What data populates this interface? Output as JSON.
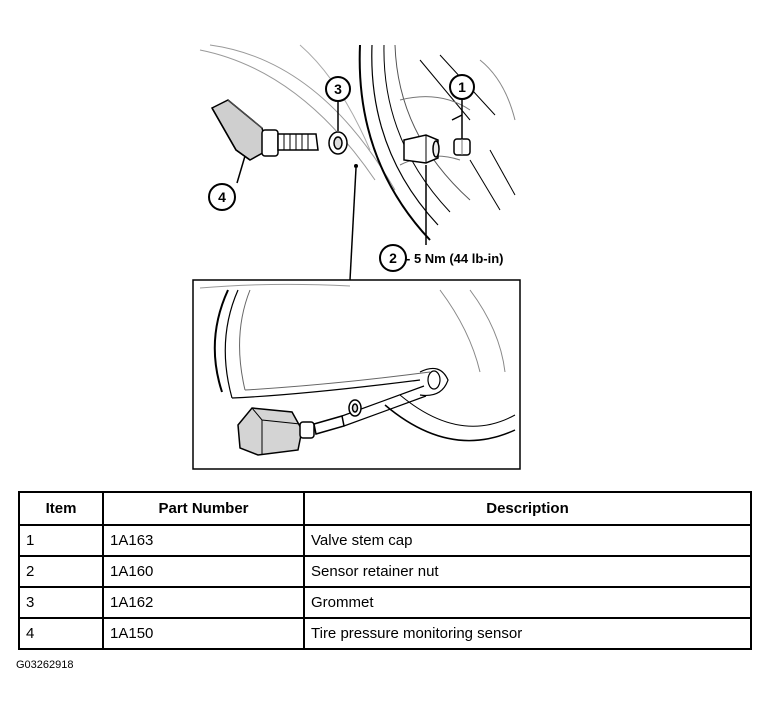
{
  "callouts": [
    {
      "id": "callout-1",
      "number": "1"
    },
    {
      "id": "callout-2",
      "number": "2"
    },
    {
      "id": "callout-3",
      "number": "3"
    },
    {
      "id": "callout-4",
      "number": "4"
    }
  ],
  "torque_label": "- 5 Nm (44 lb-in)",
  "table": {
    "headers": [
      "Item",
      "Part Number",
      "Description"
    ],
    "rows": [
      [
        "1",
        "1A163",
        "Valve stem cap"
      ],
      [
        "2",
        "1A160",
        "Sensor retainer nut"
      ],
      [
        "3",
        "1A162",
        "Grommet"
      ],
      [
        "4",
        "1A150",
        "Tire pressure monitoring sensor"
      ]
    ]
  },
  "figure_code": "G03262918"
}
